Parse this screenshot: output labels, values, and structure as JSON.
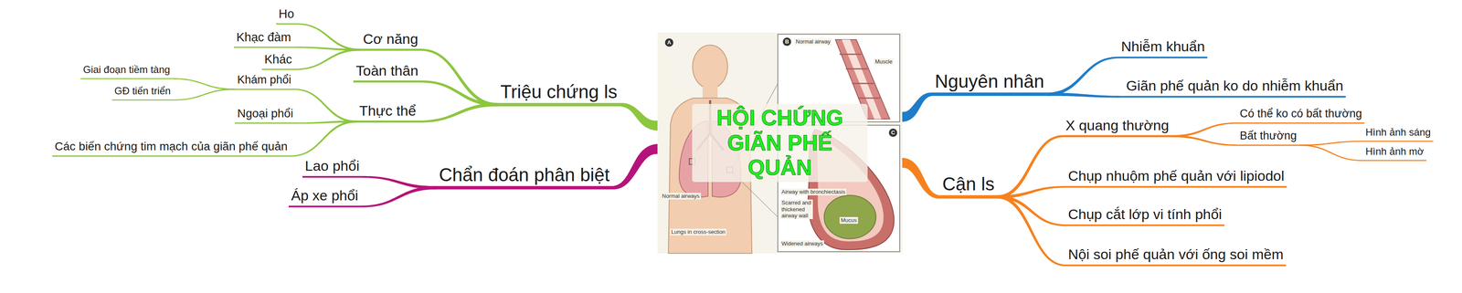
{
  "diagram": {
    "nodes": [
      {
        "text": [
          "HỘI CHỨNG GIÃN PHẾ QUẢN"
        ]
      },
      {
        "text": [
          "Triệu chứng ls"
        ]
      },
      {
        "text": [
          "Cơ năng"
        ]
      },
      {
        "text": [
          "Ho"
        ]
      },
      {
        "text": [
          "Khạc đàm"
        ]
      },
      {
        "text": [
          "Khác"
        ]
      },
      {
        "text": [
          "Toàn thân"
        ]
      },
      {
        "text": [
          "Thực thể"
        ]
      },
      {
        "text": [
          "Khám phổi"
        ]
      },
      {
        "text": [
          "Giai đoạn tiềm tàng"
        ]
      },
      {
        "text": [
          "GĐ tiến triển"
        ]
      },
      {
        "text": [
          "Ngoại phổi"
        ]
      },
      {
        "text": [
          "Các biến chứng tim mạch của giãn phế quản"
        ]
      },
      {
        "text": [
          "Chẩn đoán phân biệt"
        ]
      },
      {
        "text": [
          "Lao phổi"
        ]
      },
      {
        "text": [
          "Áp xe phổi"
        ]
      },
      {
        "text": [
          "Nguyên nhân"
        ]
      },
      {
        "text": [
          "Nhiễm khuẩn"
        ]
      },
      {
        "text": [
          "Giãn phế quản ko do nhiễm khuẩn"
        ]
      },
      {
        "text": [
          "Cận ls"
        ]
      },
      {
        "text": [
          "X quang thường"
        ]
      },
      {
        "text": [
          "Có thể ko có bất thường"
        ]
      },
      {
        "text": [
          "Bất thường"
        ]
      },
      {
        "text": [
          "Hình ảnh sáng"
        ]
      },
      {
        "text": [
          "Hình ảnh mờ"
        ]
      },
      {
        "text": [
          "Chụp nhuộm phế quản với lipiodol"
        ]
      },
      {
        "text": [
          "Chụp cắt lớp vi tính phổi"
        ]
      },
      {
        "text": [
          "Nội soi phế quản với ống soi mềm"
        ]
      }
    ],
    "edges": [
      {
        "from": 0,
        "to": 1,
        "arrow": "none"
      },
      {
        "from": 1,
        "to": 2,
        "arrow": "none"
      },
      {
        "from": 2,
        "to": 3,
        "arrow": "none"
      },
      {
        "from": 2,
        "to": 4,
        "arrow": "none"
      },
      {
        "from": 2,
        "to": 5,
        "arrow": "none"
      },
      {
        "from": 1,
        "to": 6,
        "arrow": "none"
      },
      {
        "from": 1,
        "to": 7,
        "arrow": "none"
      },
      {
        "from": 7,
        "to": 8,
        "arrow": "none"
      },
      {
        "from": 8,
        "to": 9,
        "arrow": "none"
      },
      {
        "from": 8,
        "to": 10,
        "arrow": "none"
      },
      {
        "from": 7,
        "to": 11,
        "arrow": "none"
      },
      {
        "from": 7,
        "to": 12,
        "arrow": "none"
      },
      {
        "from": 0,
        "to": 13,
        "arrow": "none"
      },
      {
        "from": 13,
        "to": 14,
        "arrow": "none"
      },
      {
        "from": 13,
        "to": 15,
        "arrow": "none"
      },
      {
        "from": 0,
        "to": 16,
        "arrow": "none"
      },
      {
        "from": 16,
        "to": 17,
        "arrow": "none"
      },
      {
        "from": 16,
        "to": 18,
        "arrow": "none"
      },
      {
        "from": 0,
        "to": 19,
        "arrow": "none"
      },
      {
        "from": 19,
        "to": 20,
        "arrow": "none"
      },
      {
        "from": 20,
        "to": 21,
        "arrow": "none"
      },
      {
        "from": 20,
        "to": 22,
        "arrow": "none"
      },
      {
        "from": 22,
        "to": 23,
        "arrow": "none"
      },
      {
        "from": 22,
        "to": 24,
        "arrow": "none"
      },
      {
        "from": 19,
        "to": 25,
        "arrow": "none"
      },
      {
        "from": 19,
        "to": 26,
        "arrow": "none"
      },
      {
        "from": 19,
        "to": 27,
        "arrow": "none"
      }
    ],
    "labels": [
      "A",
      "B",
      "C",
      "Normal airway",
      "Muscle",
      "Airway with bronchiectasis",
      "Scarred and thickened airway wall",
      "Mucus",
      "Normal airways",
      "Lungs in cross-section",
      "Widened airways"
    ]
  }
}
